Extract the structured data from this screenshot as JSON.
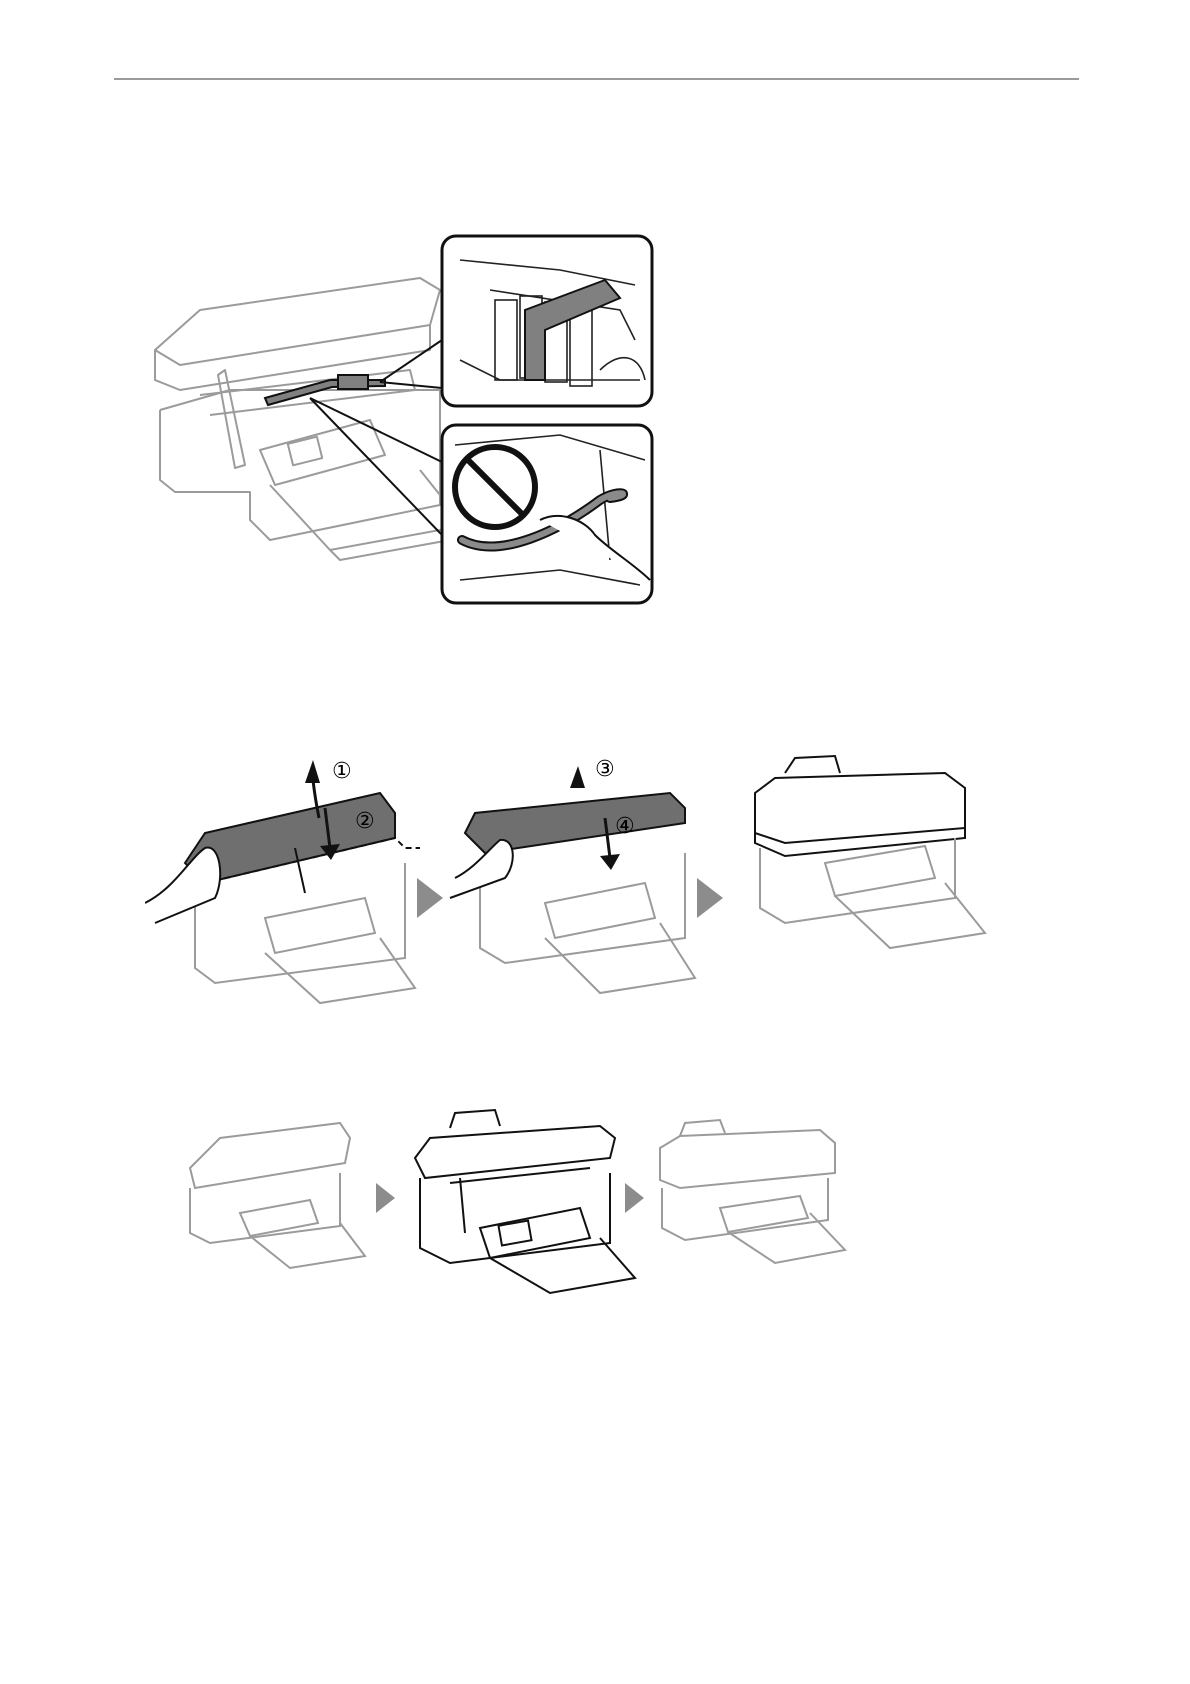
{
  "page": {
    "header_rule": true
  },
  "figures": {
    "tape_removal": {
      "callouts": [
        "remove-tape",
        "do-not-touch-cable"
      ]
    },
    "close_scanner": {
      "step_labels": [
        "①",
        "②",
        "③",
        "④"
      ]
    },
    "sequence": {
      "steps": 3
    }
  },
  "colors": {
    "line": "#111111",
    "faded_line": "#9b9b9b",
    "tape_fill": "#808080",
    "lid_fill": "#6f6f6f",
    "arrow_fill": "#8c8c8c"
  }
}
